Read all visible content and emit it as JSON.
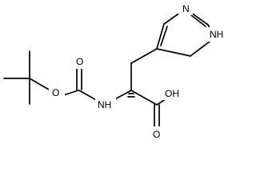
{
  "molecule": {
    "atoms": {
      "imidazole_nh": "NH",
      "imidazole_n": "N",
      "acid_oh": "OH",
      "acid_carbonyl_o": "O",
      "ester_o": "O",
      "carbamate_o": "O",
      "amide_nh": "NH"
    }
  },
  "colors": {
    "bond": "#000000",
    "text": "#000000",
    "background": "#ffffff"
  }
}
